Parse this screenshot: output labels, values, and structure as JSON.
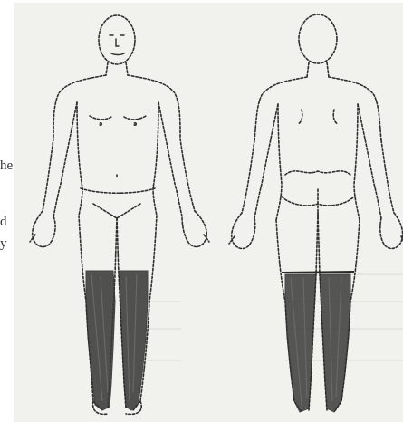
{
  "margin_text": [
    "he",
    "d",
    "y"
  ],
  "figure": {
    "views": [
      "front",
      "back"
    ],
    "shaded_regions": [
      "lower-legs-front",
      "lower-legs-back"
    ],
    "ink_color": "#2f2f2f",
    "shade_color": "#3a3a3a",
    "paper_color": "#f1f2ee"
  }
}
